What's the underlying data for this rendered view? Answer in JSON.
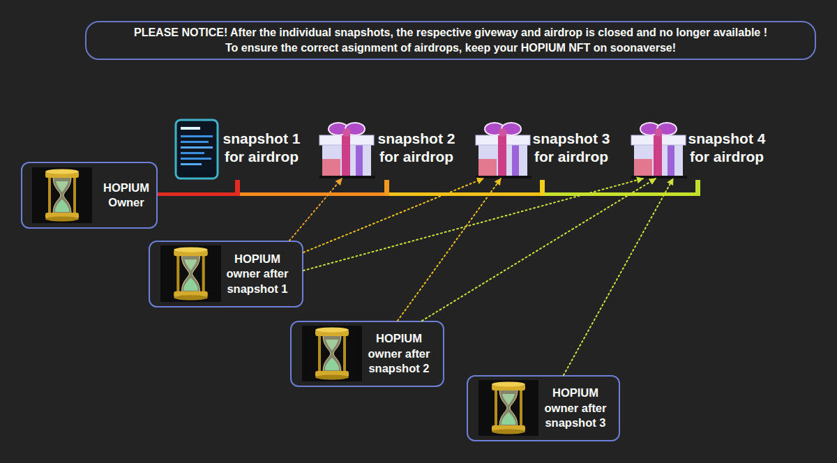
{
  "diagram": {
    "nodes": [
      {
        "text": [
          "PLEASE NOTICE! After the individual snapshots, the respective giveway and airdrop is closed and no longer available !",
          "To ensure the correct asignment of airdrops, keep your HOPIUM NFT on soonaverse!"
        ]
      },
      {
        "text": [
          "snapshot 1 for airdrop"
        ]
      },
      {
        "text": [
          "snapshot 2 for airdrop"
        ]
      },
      {
        "text": [
          "snapshot 3 for airdrop"
        ]
      },
      {
        "text": [
          "snapshot 4 for airdrop"
        ]
      },
      {
        "text": [
          "HOPIUM Owner"
        ]
      },
      {
        "text": [
          "HOPIUM owner after snapshot 1"
        ]
      },
      {
        "text": [
          "HOPIUM owner after snapshot 2"
        ]
      },
      {
        "text": [
          "HOPIUM owner after snapshot 3"
        ]
      }
    ],
    "edges": [
      {
        "from": 6,
        "to": 2,
        "arrow": "to"
      },
      {
        "from": 6,
        "to": 3,
        "arrow": "to"
      },
      {
        "from": 6,
        "to": 4,
        "arrow": "to"
      },
      {
        "from": 7,
        "to": 3,
        "arrow": "to"
      },
      {
        "from": 7,
        "to": 4,
        "arrow": "to"
      },
      {
        "from": 8,
        "to": 4,
        "arrow": "to"
      }
    ]
  }
}
